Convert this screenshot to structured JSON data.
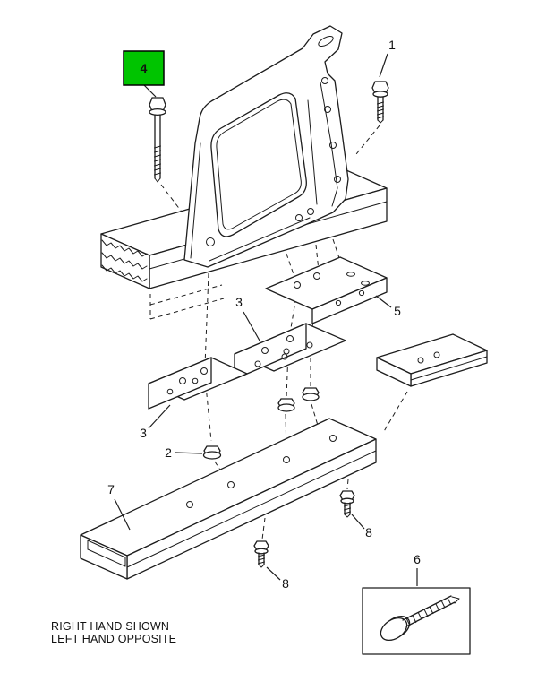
{
  "diagram": {
    "callouts": {
      "bolt_short": "1",
      "flange_nut": "2",
      "bracket_left": "3",
      "bracket_center": "3",
      "support_plate": "5",
      "boxed_screw": "6",
      "sill_channel": "7",
      "mount_screw_upper": "8",
      "mount_screw_lower": "8"
    },
    "highlight": {
      "label": "4",
      "fill": "#00c400",
      "border": "#000000"
    },
    "notes": {
      "line1": "RIGHT HAND SHOWN",
      "line2": "LEFT HAND OPPOSITE"
    }
  }
}
